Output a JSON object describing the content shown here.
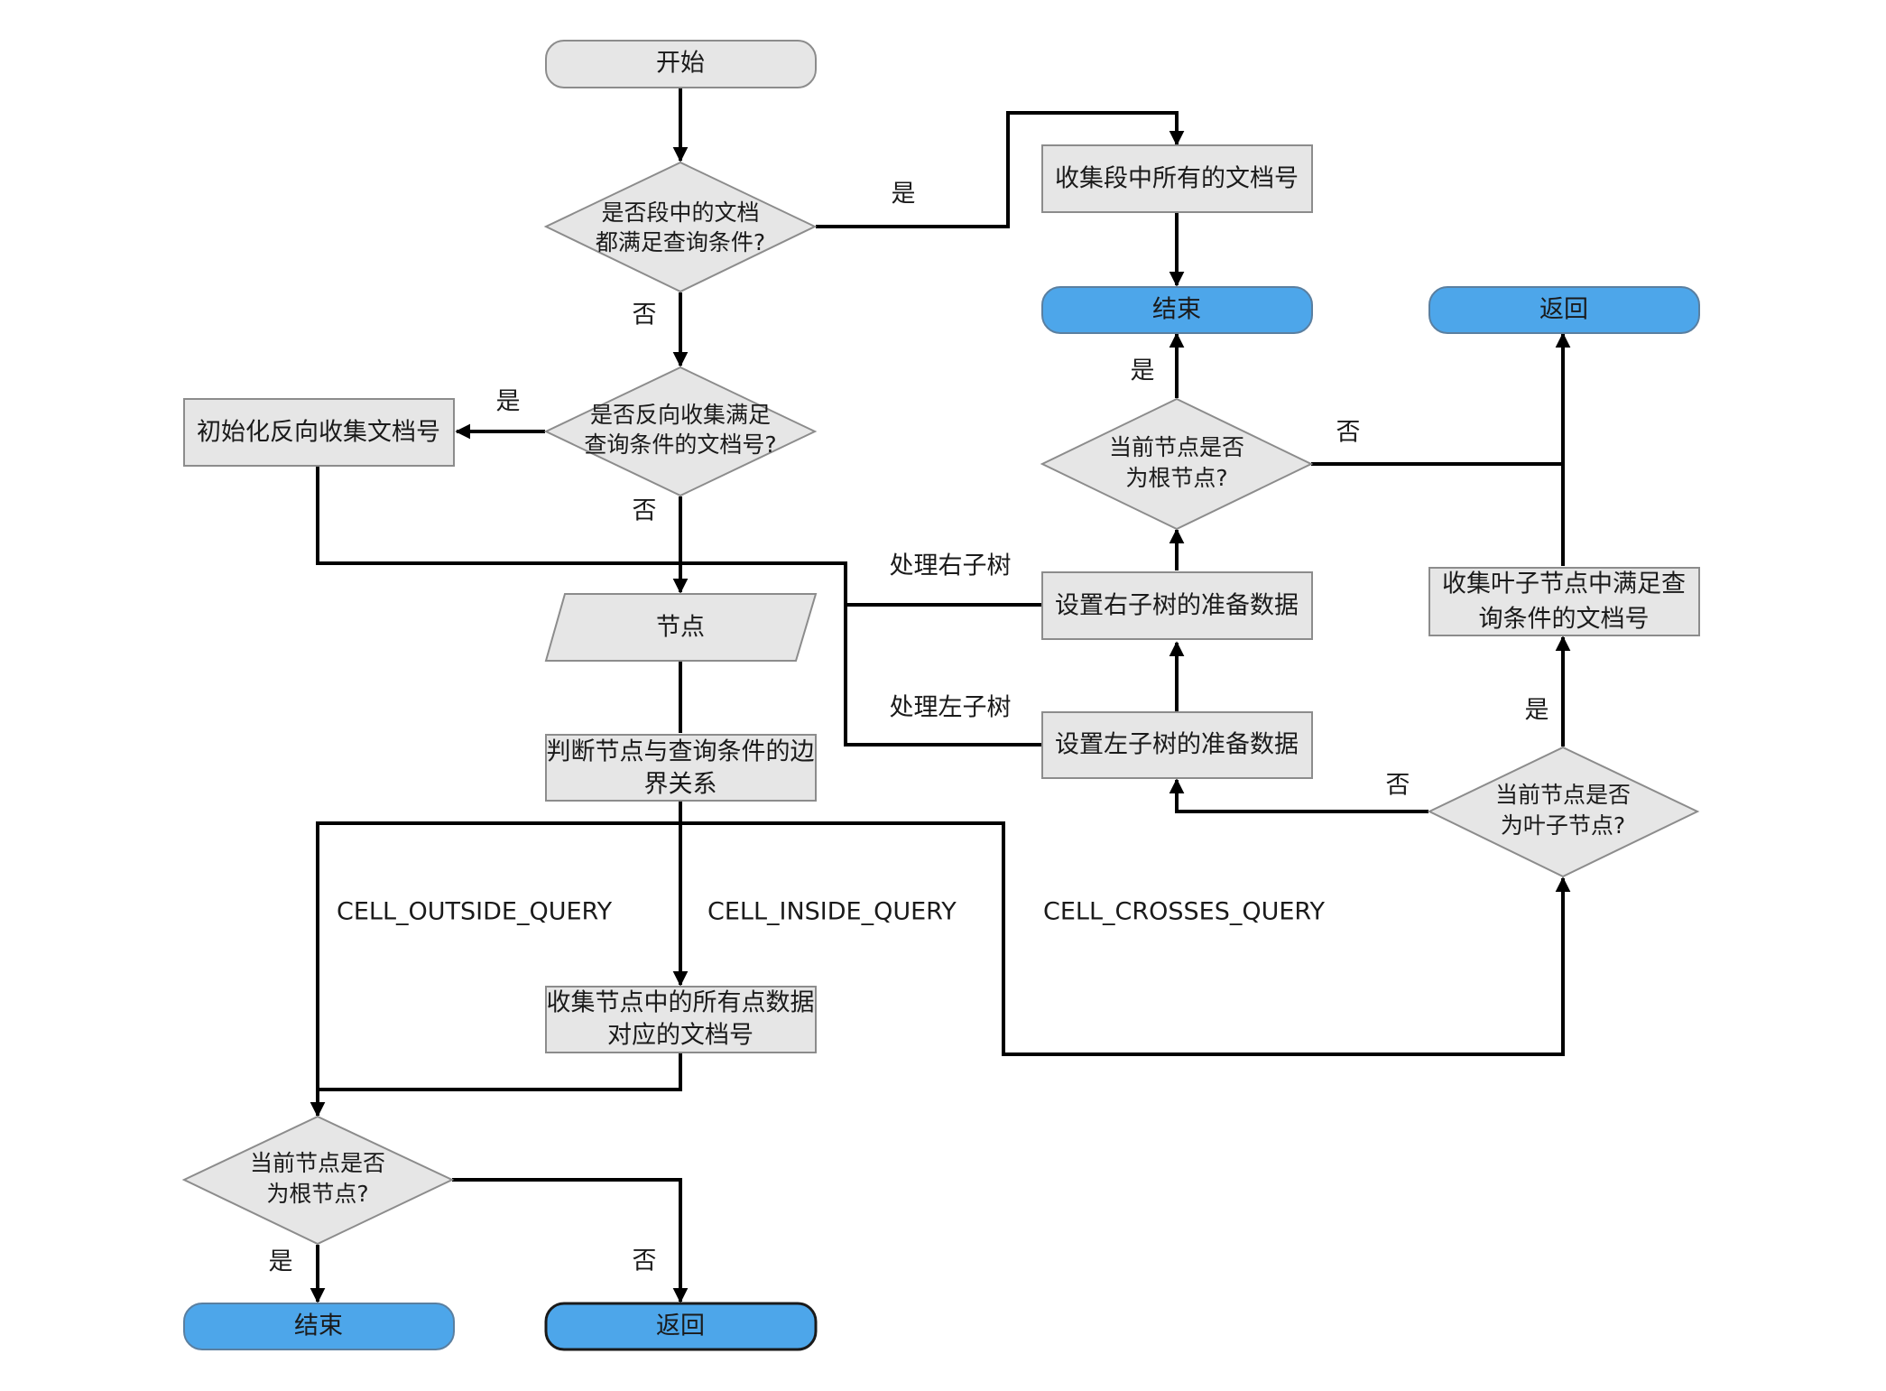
{
  "nodes": {
    "start": "开始",
    "q_all_match": [
      "是否段中的文档",
      "都满足查询条件?"
    ],
    "collect_all_docs": "收集段中所有的文档号",
    "end_top": "结束",
    "return_top": "返回",
    "q_inverse": [
      "是否反向收集满足",
      "查询条件的文档号?"
    ],
    "init_inverse": "初始化反向收集文档号",
    "q_root_top": [
      "当前节点是否",
      "为根节点?"
    ],
    "node_input": "节点",
    "set_right": "设置右子树的准备数据",
    "collect_leaf": [
      "收集叶子节点中满足查",
      "询条件的文档号"
    ],
    "set_left": "设置左子树的准备数据",
    "judge_relation": [
      "判断节点与查询条件的边",
      "界关系"
    ],
    "q_leaf": [
      "当前节点是否",
      "为叶子节点?"
    ],
    "collect_all_points": [
      "收集节点中的所有点数据",
      "对应的文档号"
    ],
    "q_root_bottom": [
      "当前节点是否",
      "为根节点?"
    ],
    "end_bottom": "结束",
    "return_bottom": "返回"
  },
  "edge_labels": {
    "yes_collect_all": "是",
    "no_after_all_match": "否",
    "yes_init_inverse": "是",
    "no_after_inverse": "否",
    "yes_end_top": "是",
    "no_return_top": "否",
    "process_right": "处理右子树",
    "process_left": "处理左子树",
    "yes_leaf": "是",
    "no_leaf": "否",
    "yes_end_bottom": "是",
    "no_return_bottom": "否"
  },
  "cases": {
    "outside": "CELL_OUTSIDE_QUERY",
    "inside": "CELL_INSIDE_QUERY",
    "crosses": "CELL_CROSSES_QUERY"
  }
}
